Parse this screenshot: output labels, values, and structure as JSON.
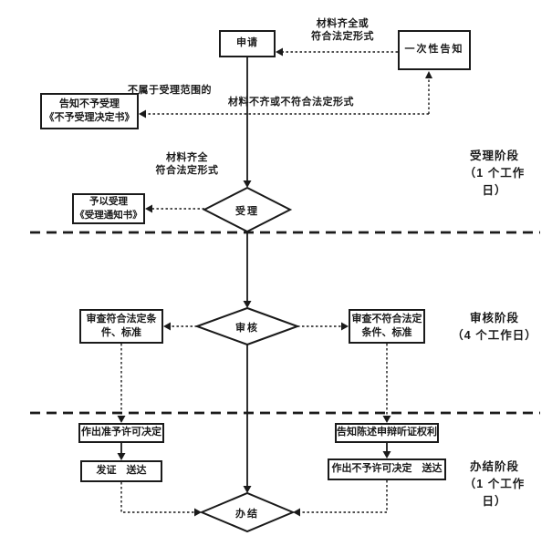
{
  "nodes": {
    "apply": {
      "label": "申请"
    },
    "one_time_notice": {
      "label": "一次性告知"
    },
    "reject_notice": {
      "lines": [
        "告知不予受理",
        "《不予受理决定书》"
      ]
    },
    "accept": {
      "label": "受理"
    },
    "accept_notice": {
      "lines": [
        "予以受理",
        "《受理通知书》"
      ]
    },
    "review": {
      "label": "审核"
    },
    "review_pass": {
      "lines": [
        "审查符合法定条",
        "件、标准"
      ]
    },
    "review_fail": {
      "lines": [
        "审查不符合法定",
        "条件、标准"
      ]
    },
    "grant_decision": {
      "label": "作出准予许可决定"
    },
    "issue_deliver": {
      "label": "发证　送达"
    },
    "hearing_rights": {
      "label": "告知陈述申辩听证权利"
    },
    "deny_decision": {
      "label": "作出不予许可决定　送达"
    },
    "finish": {
      "label": "办结"
    }
  },
  "edge_labels": {
    "complete_or_legal": {
      "lines": [
        "材料齐全或",
        "符合法定形式"
      ]
    },
    "out_of_scope": "不属于受理范围的",
    "incomplete_or_illegal": "材料不齐或不符合法定形式",
    "complete_legal": {
      "lines": [
        "材料齐全",
        "符合法定形式"
      ]
    }
  },
  "stages": {
    "accept_stage": {
      "lines": [
        "受理阶段",
        "（1 个工作",
        "日）"
      ]
    },
    "review_stage": {
      "lines": [
        "审核阶段",
        "（4 个工作日）"
      ]
    },
    "close_stage": {
      "lines": [
        "办结阶段",
        "（1 个工作",
        "日）"
      ]
    }
  },
  "colors": {
    "ink": "#1a1a1a",
    "background": "#ffffff"
  }
}
